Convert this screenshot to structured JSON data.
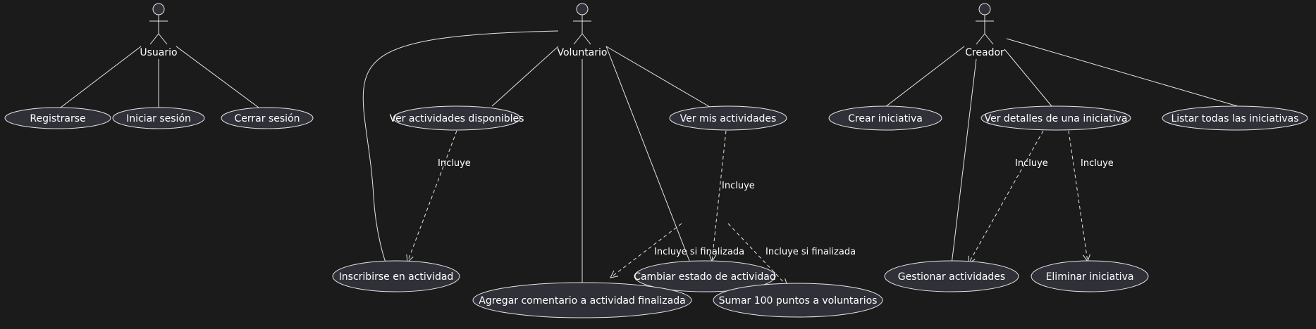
{
  "diagram": {
    "actors": {
      "usuario": "Usuario",
      "voluntario": "Voluntario",
      "creador": "Creador"
    },
    "usecases": {
      "registrarse": "Registrarse",
      "iniciar_sesion": "Iniciar sesión",
      "cerrar_sesion": "Cerrar sesión",
      "ver_actividades_disponibles": "Ver actividades disponibles",
      "ver_mis_actividades": "Ver mis actividades",
      "inscribirse": "Inscribirse en actividad",
      "cambiar_estado": "Cambiar estado de actividad",
      "agregar_comentario": "Agregar comentario a actividad finalizada",
      "sumar_puntos": "Sumar 100 puntos a voluntarios",
      "crear_iniciativa": "Crear iniciativa",
      "ver_detalles": "Ver detalles de una iniciativa",
      "listar_iniciativas": "Listar todas las iniciativas",
      "gestionar_actividades": "Gestionar actividades",
      "eliminar_iniciativa": "Eliminar iniciativa"
    },
    "relations": {
      "incluye": "Incluye",
      "incluye_si_finalizada": "Incluye si finalizada"
    }
  }
}
